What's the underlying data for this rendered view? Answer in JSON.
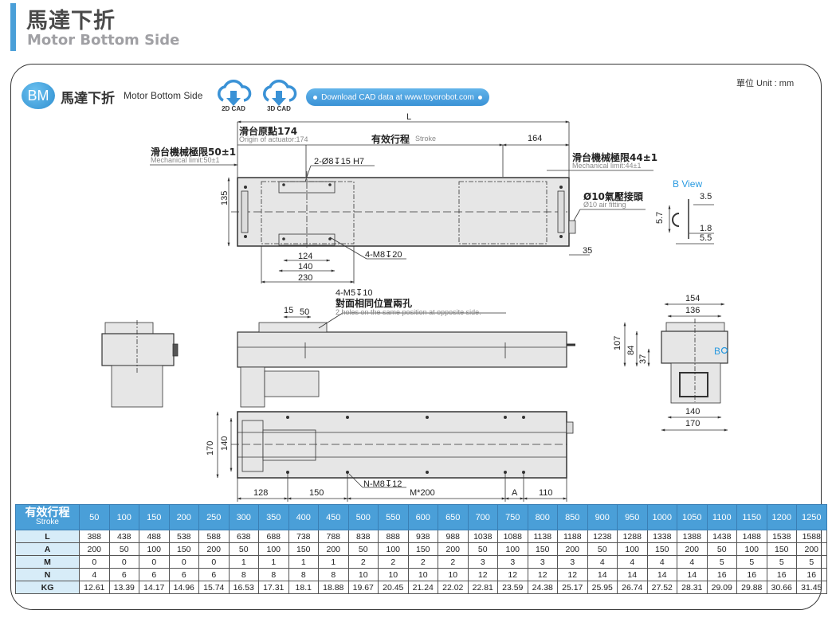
{
  "header": {
    "title_zh": "馬達下折",
    "title_en": "Motor Bottom Side"
  },
  "section": {
    "badge": "BM",
    "title_zh": "馬達下折",
    "title_en": "Motor Bottom Side",
    "cad_2d_label": "2D CAD",
    "cad_3d_label": "3D CAD",
    "download_label": "Download CAD data at www.toyorobot.com",
    "unit_label": "單位 Unit : mm"
  },
  "top_view": {
    "L": "L",
    "origin_zh": "滑台原點174",
    "origin_en": "Origin of actuator:174",
    "stroke_zh": "有效行程",
    "stroke_en": "Stroke",
    "dim_164": "164",
    "mech_left_zh": "滑台機械極限50±1",
    "mech_left_en": "Mechanical limit:50±1",
    "mech_right_zh": "滑台機械極限44±1",
    "mech_right_en": "Mechanical limit:44±1",
    "pin_hole": "2-Ø8↧15 H7",
    "dim_135": "135",
    "tap_holes": "4-M8↧20",
    "dim_124": "124",
    "dim_140": "140",
    "dim_230": "230",
    "air_zh": "Ø10氣壓接頭",
    "air_en": "Ø10 air fitting",
    "dim_35": "35"
  },
  "b_view": {
    "title": "B View",
    "dim_35": "3.5",
    "dim_57": "5.7",
    "dim_18": "1.8",
    "dim_55": "5.5"
  },
  "side_view": {
    "holes": "4-M5↧10",
    "holes_zh": "對面相同位置兩孔",
    "holes_en": "2 holes on the same position at opposite side.",
    "dim_15": "15",
    "dim_50": "50"
  },
  "end_view": {
    "dim_154": "154",
    "dim_136": "136",
    "dim_107": "107",
    "dim_84": "84",
    "dim_37": "37",
    "b_marker": "B",
    "dim_140": "140",
    "dim_170": "170"
  },
  "bottom_view": {
    "dim_170": "170",
    "dim_140": "140",
    "dim_128": "128",
    "dim_150": "150",
    "mount_holes": "N-M8↧12",
    "dim_m200": "M*200",
    "dim_A": "A",
    "dim_110": "110"
  },
  "table": {
    "corner_zh": "有效行程",
    "corner_en": "Stroke",
    "strokes": [
      "50",
      "100",
      "150",
      "200",
      "250",
      "300",
      "350",
      "400",
      "450",
      "500",
      "550",
      "600",
      "650",
      "700",
      "750",
      "800",
      "850",
      "900",
      "950",
      "1000",
      "1050",
      "1100",
      "1150",
      "1200",
      "1250"
    ],
    "rows": [
      {
        "label": "L",
        "values": [
          "388",
          "438",
          "488",
          "538",
          "588",
          "638",
          "688",
          "738",
          "788",
          "838",
          "888",
          "938",
          "988",
          "1038",
          "1088",
          "1138",
          "1188",
          "1238",
          "1288",
          "1338",
          "1388",
          "1438",
          "1488",
          "1538",
          "1588"
        ]
      },
      {
        "label": "A",
        "values": [
          "200",
          "50",
          "100",
          "150",
          "200",
          "50",
          "100",
          "150",
          "200",
          "50",
          "100",
          "150",
          "200",
          "50",
          "100",
          "150",
          "200",
          "50",
          "100",
          "150",
          "200",
          "50",
          "100",
          "150",
          "200"
        ]
      },
      {
        "label": "M",
        "values": [
          "0",
          "0",
          "0",
          "0",
          "0",
          "1",
          "1",
          "1",
          "1",
          "2",
          "2",
          "2",
          "2",
          "3",
          "3",
          "3",
          "3",
          "4",
          "4",
          "4",
          "4",
          "5",
          "5",
          "5",
          "5"
        ]
      },
      {
        "label": "N",
        "values": [
          "4",
          "6",
          "6",
          "6",
          "6",
          "8",
          "8",
          "8",
          "8",
          "10",
          "10",
          "10",
          "10",
          "12",
          "12",
          "12",
          "12",
          "14",
          "14",
          "14",
          "14",
          "16",
          "16",
          "16",
          "16"
        ]
      },
      {
        "label": "KG",
        "values": [
          "12.61",
          "13.39",
          "14.17",
          "14.96",
          "15.74",
          "16.53",
          "17.31",
          "18.1",
          "18.88",
          "19.67",
          "20.45",
          "21.24",
          "22.02",
          "22.81",
          "23.59",
          "24.38",
          "25.17",
          "25.95",
          "26.74",
          "27.52",
          "28.31",
          "29.09",
          "29.88",
          "30.66",
          "31.45"
        ]
      }
    ]
  }
}
